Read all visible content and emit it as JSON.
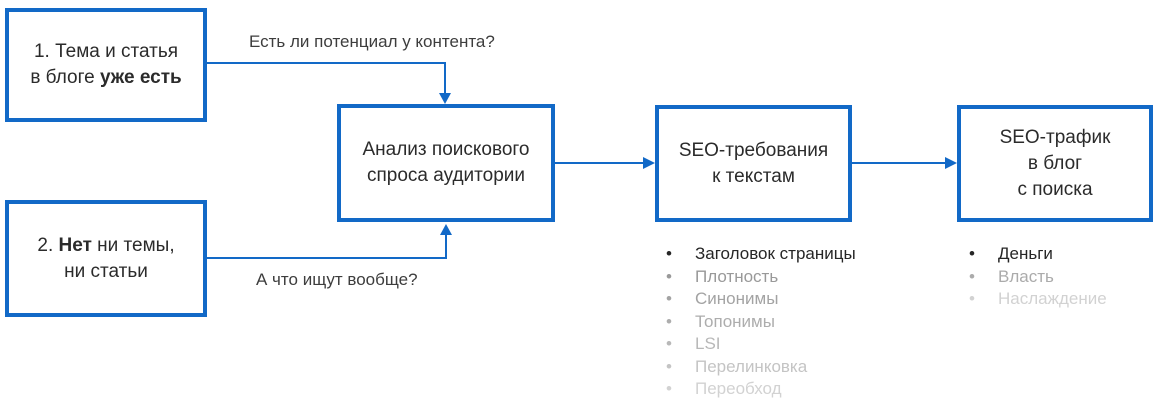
{
  "colors": {
    "accent": "#1269c7",
    "text_dark": "#2b2b2b"
  },
  "boxes": {
    "topic_exists": {
      "line1": "1. Тема и статья",
      "line2_normal": "в блоге ",
      "line2_bold": "уже есть"
    },
    "no_topic": {
      "line1_prefix": "2. ",
      "line1_bold": "Нет",
      "line1_suffix": " ни темы,",
      "line2": "ни статьи"
    },
    "analysis": {
      "line1": "Анализ поискового",
      "line2": "спроса аудитории"
    },
    "seo_requirements": {
      "line1": "SEO-требования",
      "line2": "к текстам"
    },
    "seo_traffic": {
      "line1": "SEO-трафик",
      "line2": "в блог",
      "line3": "с поиска"
    }
  },
  "arrow_labels": {
    "top_question": "Есть ли потенциал у контента?",
    "bottom_question": "А что ищут вообще?"
  },
  "lists": {
    "seo_requirements_items": [
      {
        "text": "Заголовок страницы",
        "color": "#262626"
      },
      {
        "text": "Плотность",
        "color": "#999999"
      },
      {
        "text": "Синонимы",
        "color": "#a3a3a3"
      },
      {
        "text": "Топонимы",
        "color": "#adadad"
      },
      {
        "text": "LSI",
        "color": "#b8b8b8"
      },
      {
        "text": "Перелинковка",
        "color": "#c4c4c4"
      },
      {
        "text": "Переобход",
        "color": "#d2d2d2"
      }
    ],
    "seo_traffic_items": [
      {
        "text": "Деньги",
        "color": "#262626"
      },
      {
        "text": "Власть",
        "color": "#ababab"
      },
      {
        "text": "Наслаждение",
        "color": "#d2d2d2"
      }
    ]
  }
}
